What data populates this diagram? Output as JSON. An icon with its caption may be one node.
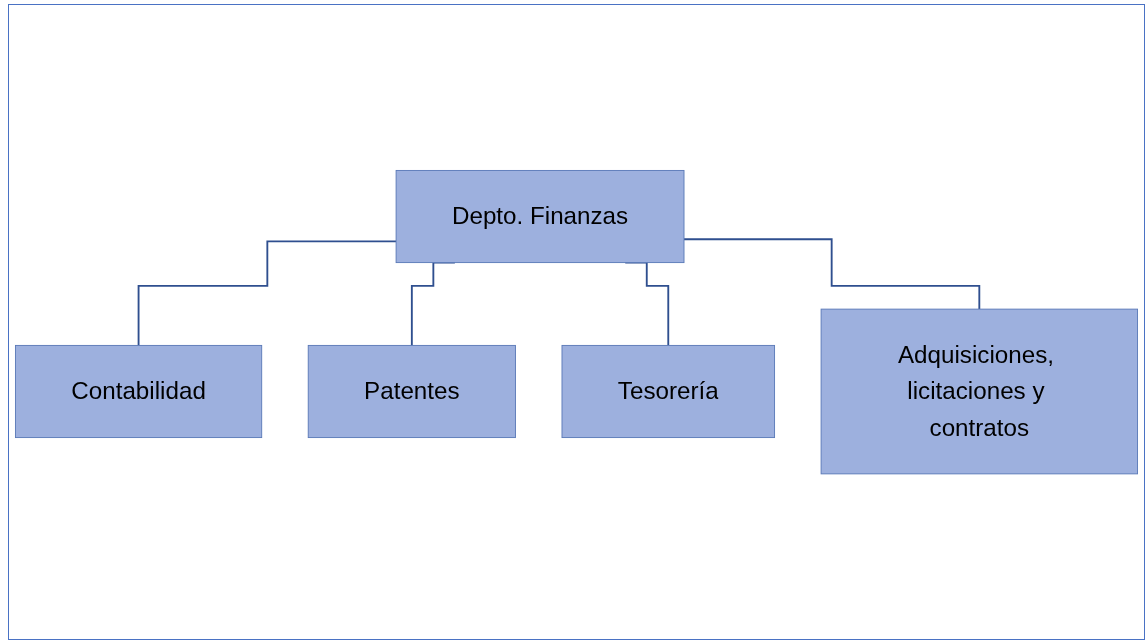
{
  "diagram": {
    "nodes": [
      {
        "text": [
          "Depto. Finanzas"
        ]
      },
      {
        "text": [
          "Contabilidad"
        ]
      },
      {
        "text": [
          "Patentes"
        ]
      },
      {
        "text": [
          "Tesorería"
        ]
      },
      {
        "text": [
          "Adquisiciones, licitaciones y contratos"
        ]
      }
    ],
    "edges": [
      {
        "from": 0,
        "to": 1,
        "arrow": "none"
      },
      {
        "from": 0,
        "to": 2,
        "arrow": "none"
      },
      {
        "from": 0,
        "to": 3,
        "arrow": "none"
      },
      {
        "from": 0,
        "to": 4,
        "arrow": "none"
      }
    ]
  }
}
